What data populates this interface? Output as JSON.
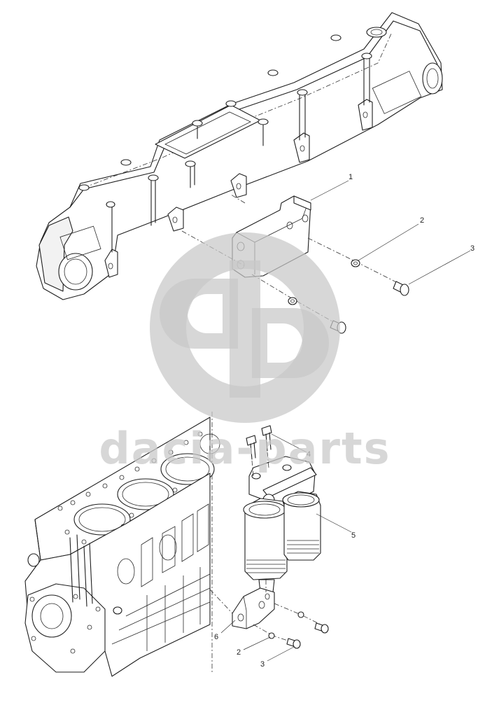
{
  "watermark": {
    "text": "dacia-parts",
    "logo_icon": "ds-monogram-icon",
    "color": "#c8c8c8"
  },
  "upper_assembly": {
    "callouts": {
      "bracket": "1",
      "washer": "2",
      "bolt": "3"
    }
  },
  "lower_assembly": {
    "callouts": {
      "bolts_top": "4",
      "fuel_filter": "5",
      "filter_bracket": "6",
      "washer": "2",
      "bolt": "3"
    }
  },
  "colors": {
    "line": "#1e1e1e",
    "background": "#ffffff",
    "watermark": "#c8c8c8"
  }
}
